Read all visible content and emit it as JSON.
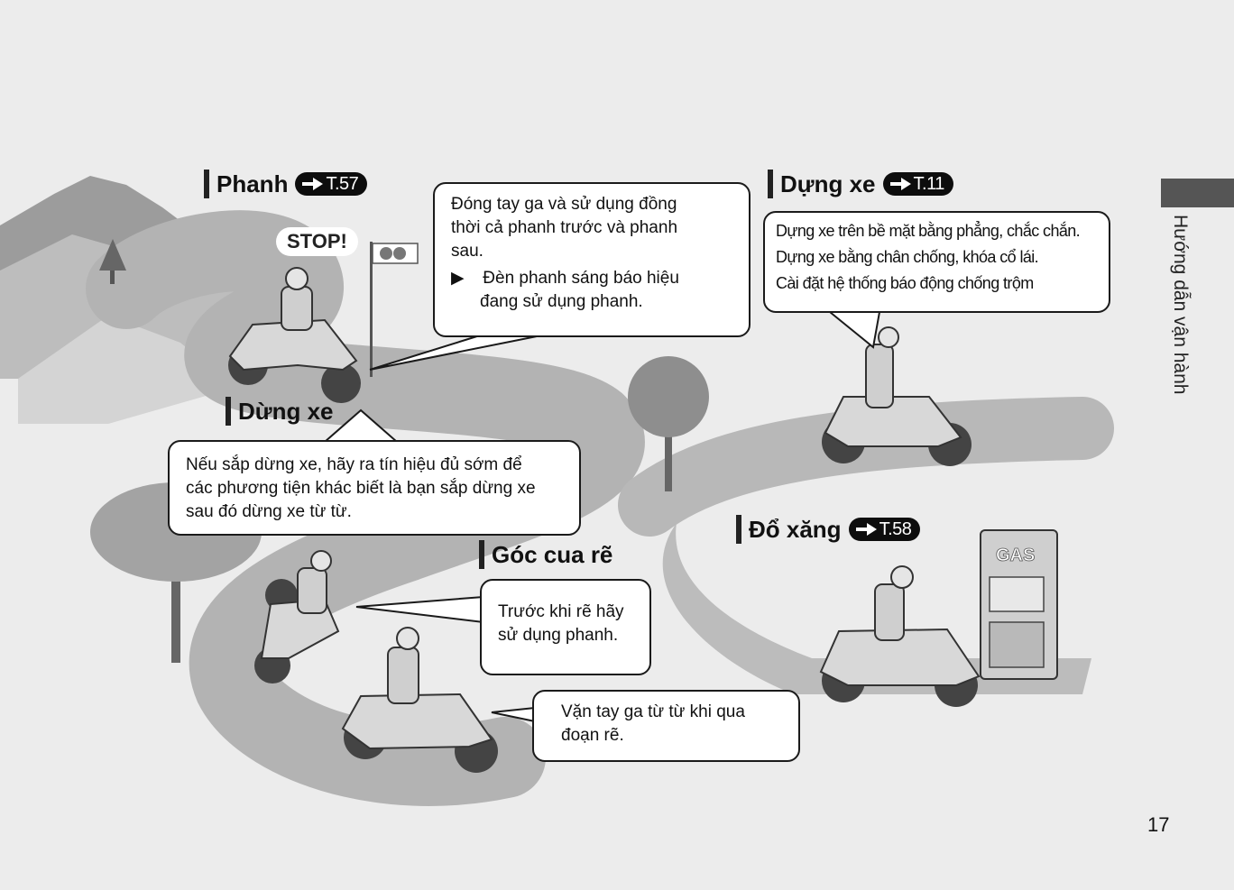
{
  "sections": {
    "brake": {
      "title": "Phanh",
      "ref": "T.57"
    },
    "stop": {
      "title": "Dừng xe"
    },
    "parking": {
      "title": "Dựng xe",
      "ref": "T.11"
    },
    "cornering": {
      "title": "Góc cua rẽ"
    },
    "refuel": {
      "title": "Đổ xăng",
      "ref": "T.58"
    }
  },
  "callouts": {
    "brake": {
      "line1": "Đóng tay ga và sử dụng đồng",
      "line2": "thời cả phanh trước và phanh",
      "line3": "sau.",
      "bullet_icon": "▶",
      "bullet_line1": "Đèn phanh sáng báo hiệu",
      "bullet_line2": "đang sử dụng phanh."
    },
    "stop": {
      "line1": "Nếu sắp dừng xe, hãy ra tín hiệu đủ sớm để",
      "line2": "các phương tiện khác biết là bạn sắp dừng xe",
      "line3": "sau đó dừng xe từ từ."
    },
    "parking": {
      "line1": "Dựng xe trên bề mặt bằng phẳng, chắc chắn.",
      "line2": "Dựng xe bằng chân chống, khóa cổ lái.",
      "line3": "Cài đặt hệ thống báo động chống trộm"
    },
    "cornering_brake": {
      "line1": "Trước khi rẽ hãy",
      "line2": "sử dụng phanh."
    },
    "cornering_throttle": {
      "line1": "Vặn tay ga từ từ khi qua",
      "line2": "đoạn rẽ."
    }
  },
  "illustration": {
    "stop_sign_text": "STOP!",
    "gas_pump_text": "GAS"
  },
  "side_tab": {
    "label": "Hướng dẫn vận hành"
  },
  "page_number": "17",
  "colors": {
    "background": "#ececec",
    "road": "#b0b0b0",
    "callout_border": "#1a1a1a",
    "ref_badge": "#0d0d0d",
    "side_tab": "#555555"
  }
}
